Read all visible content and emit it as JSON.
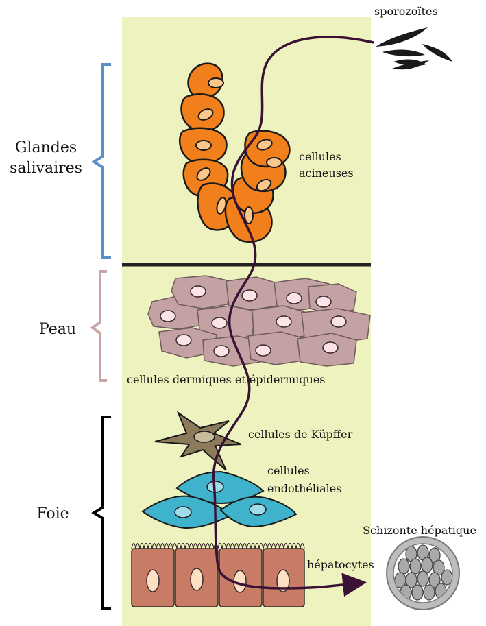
{
  "labels": {
    "sporozoites": "sporozoïtes",
    "glandes_line1": "Glandes",
    "glandes_line2": "salivaires",
    "acineuses_line1": "cellules",
    "acineuses_line2": "acineuses",
    "peau": "Peau",
    "dermiques": "cellules dermiques et épidermiques",
    "foie": "Foie",
    "kupffer": "cellules de Küpffer",
    "endo_line1": "cellules",
    "endo_line2": "endothéliales",
    "hepatocytes": "hépatocytes",
    "schizonte": "Schizonte hépatique"
  },
  "colors": {
    "background_column": "#eef2bf",
    "acinar_cell": "#f07f1c",
    "skin_cell": "#c4a1a2",
    "kupffer_cell": "#8c7b5a",
    "endothelial_cell": "#40b3cc",
    "hepatocyte": "#c87c66",
    "parasite_path": "#3a1236",
    "bracket_glandes": "#5b8fc7",
    "bracket_peau": "#c9a6a6",
    "bracket_foie": "#000000"
  },
  "icons": [
    "sporozoite-icon",
    "schizonte-icon",
    "arrow-head-icon"
  ]
}
